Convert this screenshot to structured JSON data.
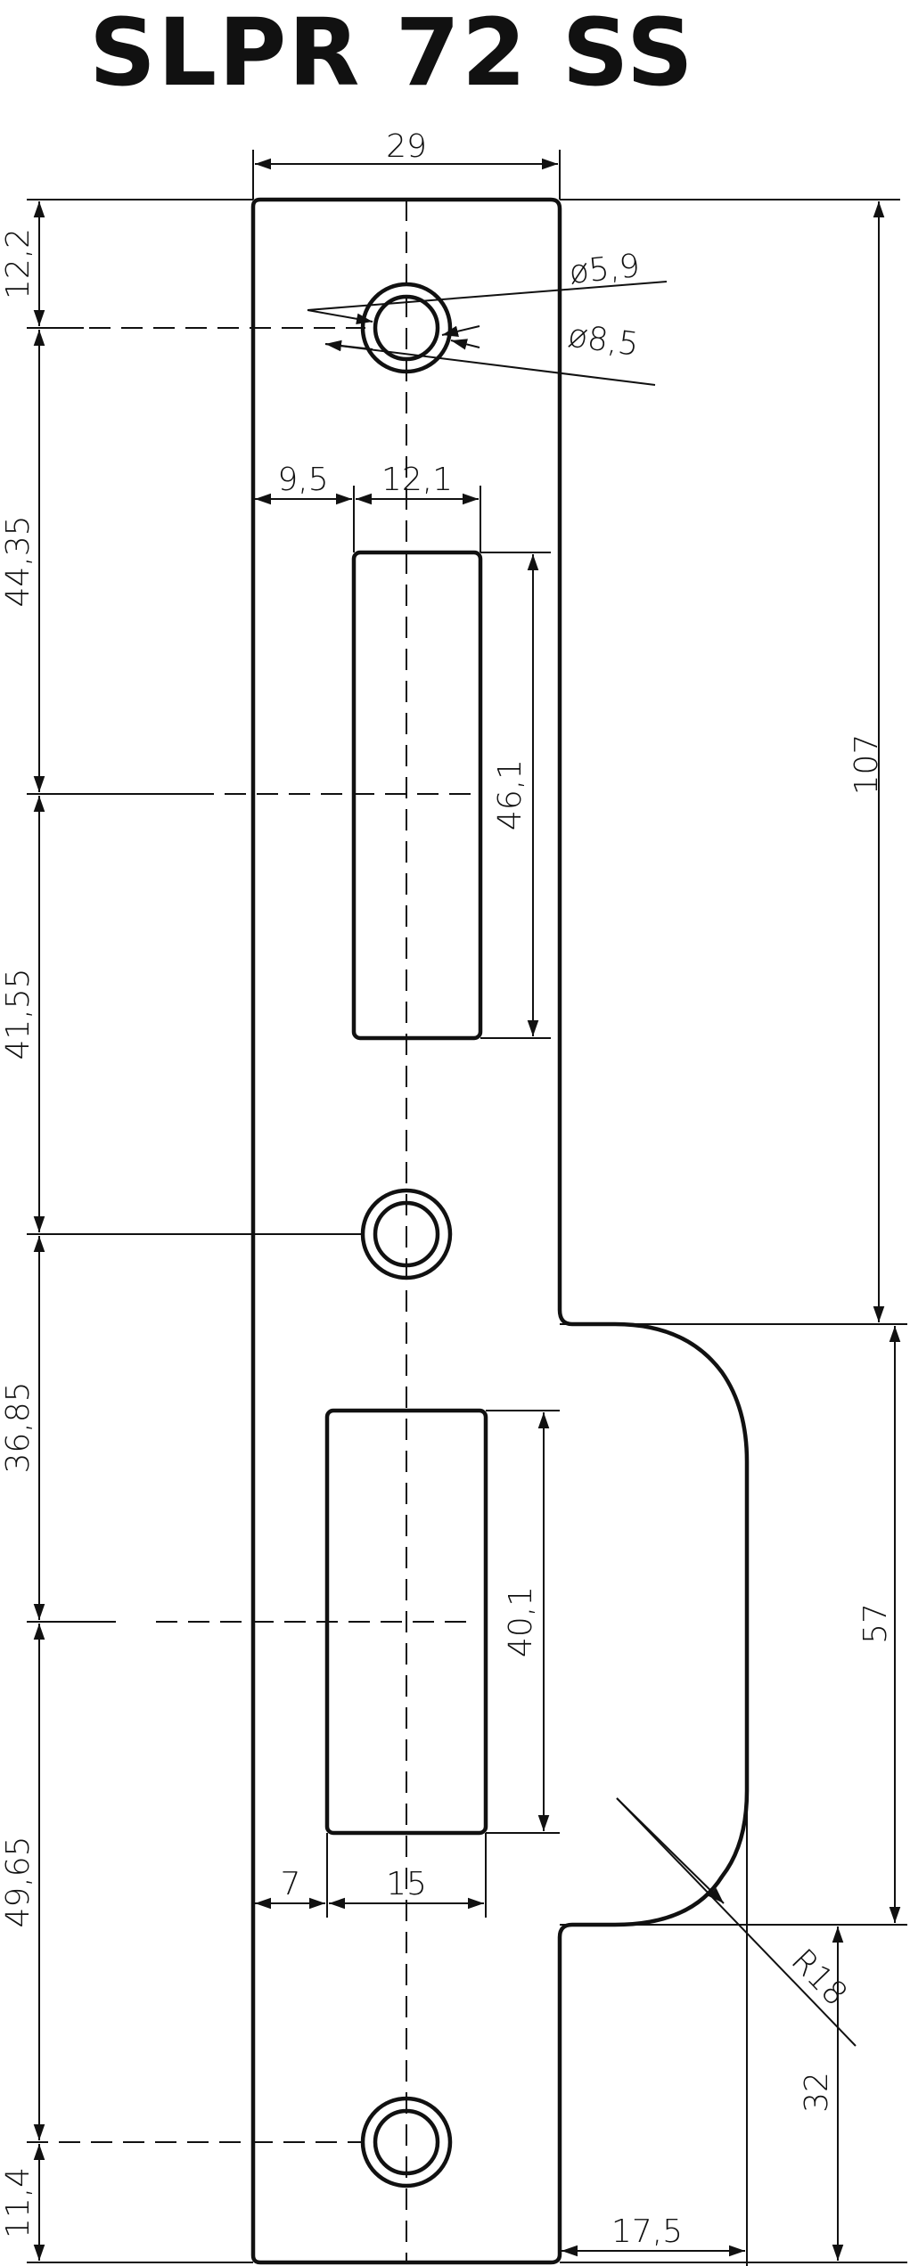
{
  "title": "SLPR 72 SS",
  "colors": {
    "line": "#111111",
    "background": "#ffffff"
  },
  "dimensions": {
    "plate_width": "29",
    "top_to_hole": "12,2",
    "hole_inner_dia": "ø5,9",
    "hole_outer_dia": "ø8,5",
    "offset_left_upper": "9,5",
    "slot_upper_width": "12,1",
    "slot_upper_height": "46,1",
    "spacing_1": "44,35",
    "spacing_2": "41,55",
    "spacing_3": "36,85",
    "spacing_4": "49,65",
    "bottom_to_hole": "11,4",
    "slot_lower_height": "40,1",
    "offset_left_lower": "7",
    "slot_lower_width": "15",
    "upper_height": "107",
    "notch_height": "57",
    "radius": "R18",
    "lower_height": "32",
    "lip_width": "17,5"
  }
}
